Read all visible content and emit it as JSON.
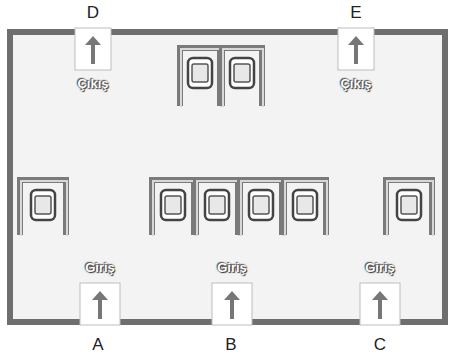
{
  "diagram": {
    "labels": [
      "D",
      "E",
      "Çıkış",
      "Çıkış",
      "Giriş",
      "Giriş",
      "Giriş",
      "A",
      "B",
      "C"
    ]
  }
}
